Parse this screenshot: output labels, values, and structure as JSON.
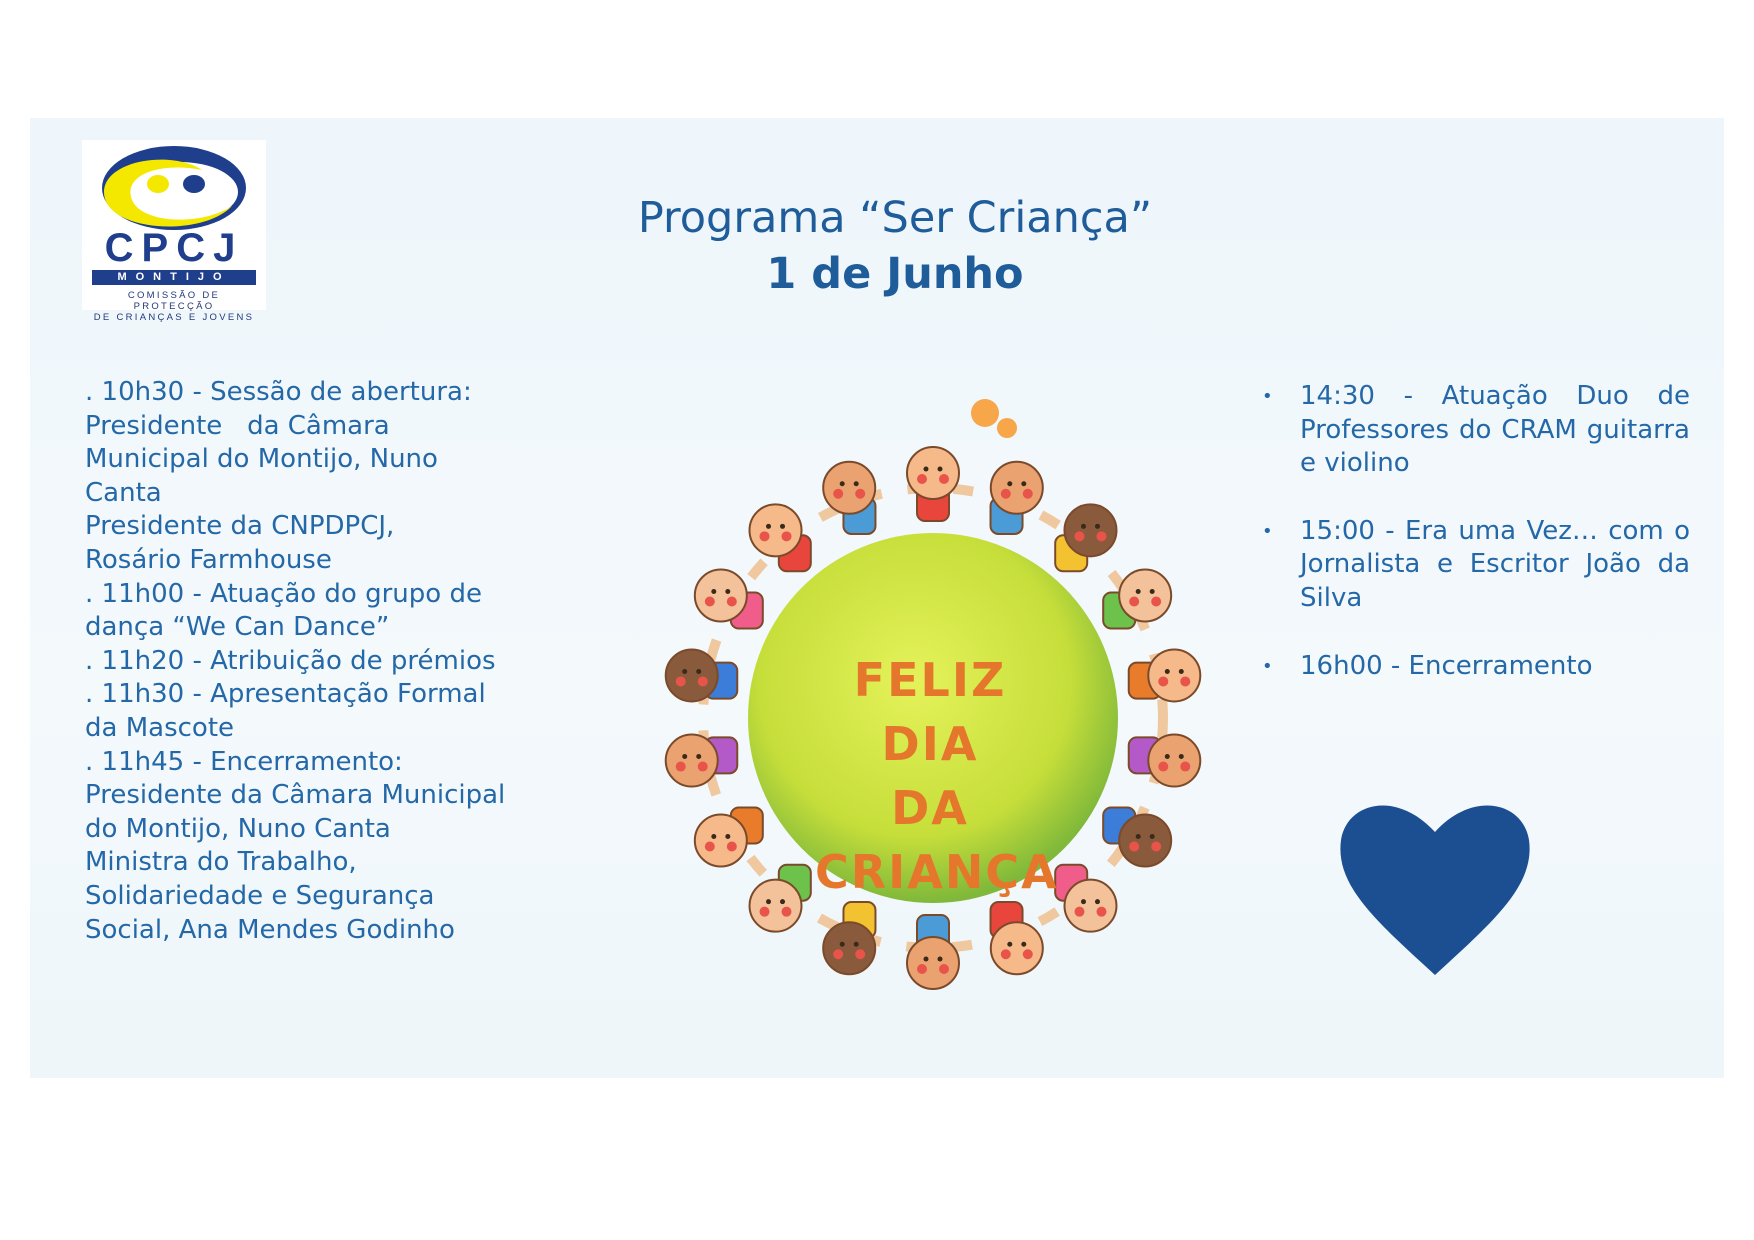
{
  "logo": {
    "name": "CPCJ",
    "place": "MONTIJO",
    "subtitle_line1": "COMISSÃO DE PROTECÇÃO",
    "subtitle_line2": "DE CRIANÇAS E JOVENS",
    "colors": {
      "yellow": "#f5e800",
      "blue": "#1f3e8c"
    }
  },
  "title": {
    "line1": "Programa “Ser Criança”",
    "line2": "1 de Junho"
  },
  "illustration": {
    "line1": "FELIZ",
    "line2": "DIA",
    "line3": "DA",
    "line4": "CRIANÇA"
  },
  "morning": [
    ". 10h30 - Sessão de abertura:",
    "Presidente   da Câmara",
    "Municipal do Montijo, Nuno",
    "Canta",
    "Presidente da CNPDPCJ,",
    "Rosário Farmhouse",
    ". 11h00 - Atuação do grupo de",
    "dança “We Can Dance”",
    ". 11h20 - Atribuição de prémios",
    ". 11h30 - Apresentação Formal",
    "da Mascote",
    ". 11h45 - Encerramento:",
    "Presidente da Câmara Municipal",
    "do Montijo, Nuno Canta",
    "Ministra do Trabalho,",
    "Solidariedade e Segurança",
    "Social, Ana Mendes Godinho"
  ],
  "afternoon": [
    {
      "bullet": "•",
      "text": "14:30 - Atuação Duo de Professores do CRAM guitarra e violino"
    },
    {
      "bullet": "•",
      "text": "15:00 - Era uma Vez… com o Jornalista e Escritor João da Silva"
    },
    {
      "bullet": "•",
      "text": "16h00 - Encerramento"
    }
  ],
  "colors": {
    "text_blue": "#2468a8",
    "heart": "#1c4f91",
    "globe": "#c6de3a"
  }
}
